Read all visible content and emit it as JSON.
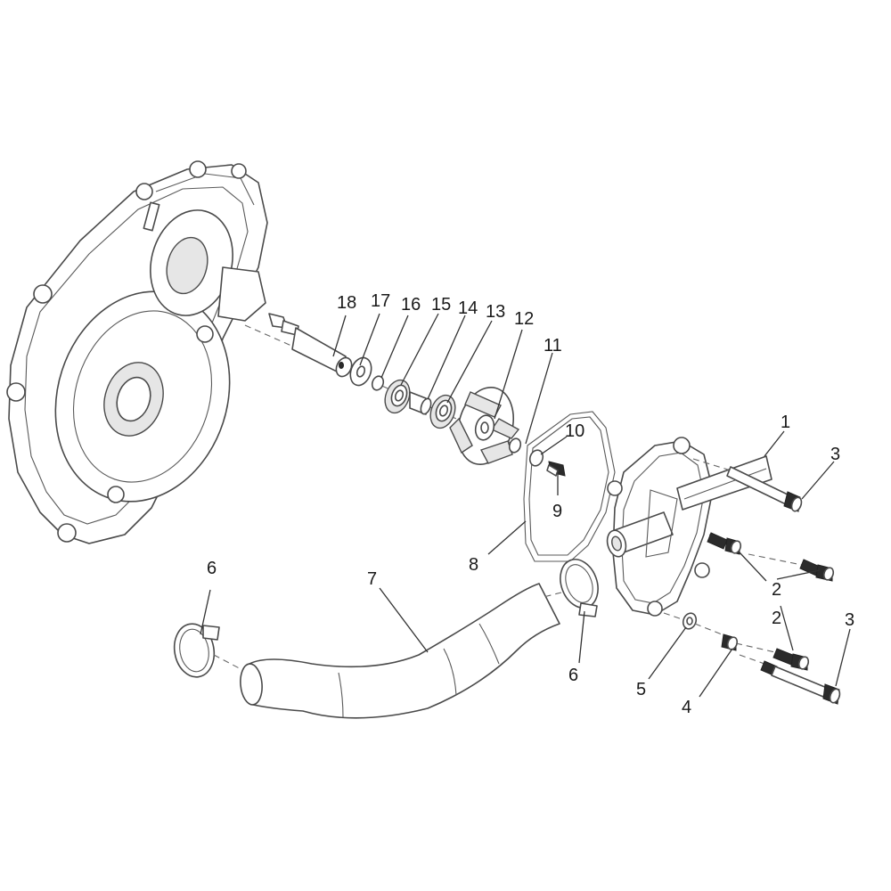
{
  "callouts": {
    "c1": "1",
    "c2a": "2",
    "c2b": "2",
    "c3a": "3",
    "c3b": "3",
    "c4": "4",
    "c5": "5",
    "c6a": "6",
    "c6b": "6",
    "c7": "7",
    "c8": "8",
    "c9": "9",
    "c10": "10",
    "c11": "11",
    "c12": "12",
    "c13": "13",
    "c14": "14",
    "c15": "15",
    "c16": "16",
    "c17": "17",
    "c18": "18"
  },
  "colors": {
    "line": "#4a4a4a",
    "fill": "#ffffff",
    "shade": "#e6e6e6",
    "text": "#1a1a1a"
  }
}
